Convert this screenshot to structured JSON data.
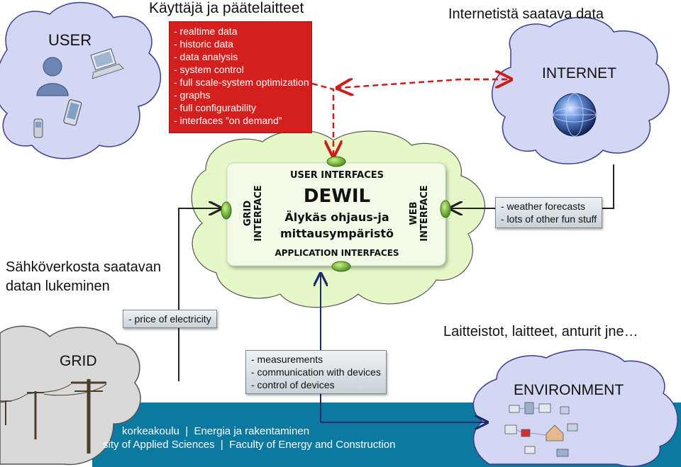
{
  "sections": {
    "user_title": "Käyttäjä ja päätelaitteet",
    "internet_title": "Internetistä saatava data",
    "grid_title_line1": "Sähköverkosta saatavan",
    "grid_title_line2": "datan lukeminen",
    "environment_title": "Laitteistot, laitteet, anturit jne…"
  },
  "clouds": {
    "user": "USER",
    "internet": "INTERNET",
    "grid": "GRID",
    "environment": "ENVIRONMENT"
  },
  "feature_list": [
    "- realtime data",
    "- historic data",
    "- data analysis",
    "- system control",
    "- full scale-system optimization",
    "- graphs",
    "- full configurability",
    "- interfaces ”on demand”"
  ],
  "internet_box": [
    "- weather forecasts",
    "- lots of other fun stuff"
  ],
  "grid_box": [
    "- price of electricity"
  ],
  "environment_box": [
    "- measurements",
    "- communication with devices",
    "- control of devices"
  ],
  "dewil": {
    "user_interfaces": "USER INTERFACES",
    "name": "DEWIL",
    "subtitle_line1": "Älykäs ohjaus-ja",
    "subtitle_line2": "mittausympäristö",
    "application_interfaces": "APPLICATION INTERFACES",
    "grid_interface_line1": "GRID",
    "grid_interface_line2": "INTERFACE",
    "web_interface_line1": "WEB",
    "web_interface_line2": "INTERFACE"
  },
  "footer": {
    "line1": "korkeakoulu  |  Energia ja rakentaminen",
    "line2": "sity of Applied Sciences  |  Faculty of Energy and Construction"
  },
  "icons": [
    "user-person-icon",
    "laptop-icon",
    "smartphone-icon",
    "mobile-phone-icon",
    "globe-icon",
    "power-pole-icon",
    "devices-cluster-icon"
  ],
  "colors": {
    "cloud_fill": "#d4d7f3",
    "dewil_cloud_fill": "#e6f8c8",
    "red_box": "#d41f1f",
    "teal_band": "#0b79a0",
    "dashed_arrow": "#cc1d1d",
    "navy_arrow": "#1e2a6e",
    "node_green": "#7cc03a"
  }
}
